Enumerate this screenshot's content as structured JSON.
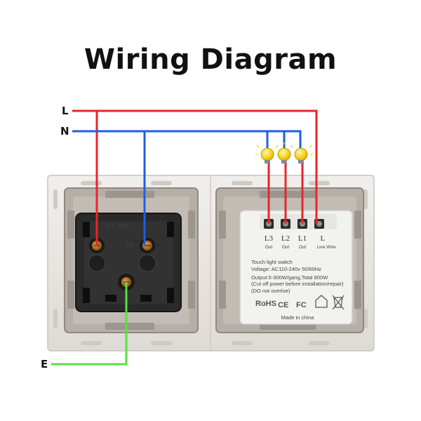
{
  "title": "Wiring Diagram",
  "wire_labels": {
    "live": "L",
    "neutral": "N",
    "earth": "E"
  },
  "colors": {
    "live": "#e8262b",
    "neutral": "#1f5fe0",
    "earth": "#58e042",
    "plate": "#e9e6e2",
    "frame": "#a9a39c",
    "socket": "#262626",
    "module": "#f2f2f0",
    "bulb": "#f6d21a"
  },
  "socket": {
    "rating": "16A 250V~",
    "cert": "CE"
  },
  "module": {
    "terminals": [
      {
        "name": "L3",
        "sub": "Out"
      },
      {
        "name": "L2",
        "sub": "Out"
      },
      {
        "name": "L1",
        "sub": "Out"
      },
      {
        "name": "L",
        "sub": "Live Wire"
      }
    ],
    "line1": "Touch light switch",
    "line2": "Voltage: AC110-240v 50/60Hz",
    "line3": "Output:5-300W/gang,Total 800W",
    "line4": "(Cut off power before installation/repair)",
    "line5": "(DO not overloe)",
    "cert_rohs": "RoHS",
    "cert_ce": "CE",
    "cert_fc": "FC",
    "made_in": "Made in china"
  },
  "lamps": [
    {
      "name": "lamp-l3"
    },
    {
      "name": "lamp-l2"
    },
    {
      "name": "lamp-l1"
    }
  ]
}
